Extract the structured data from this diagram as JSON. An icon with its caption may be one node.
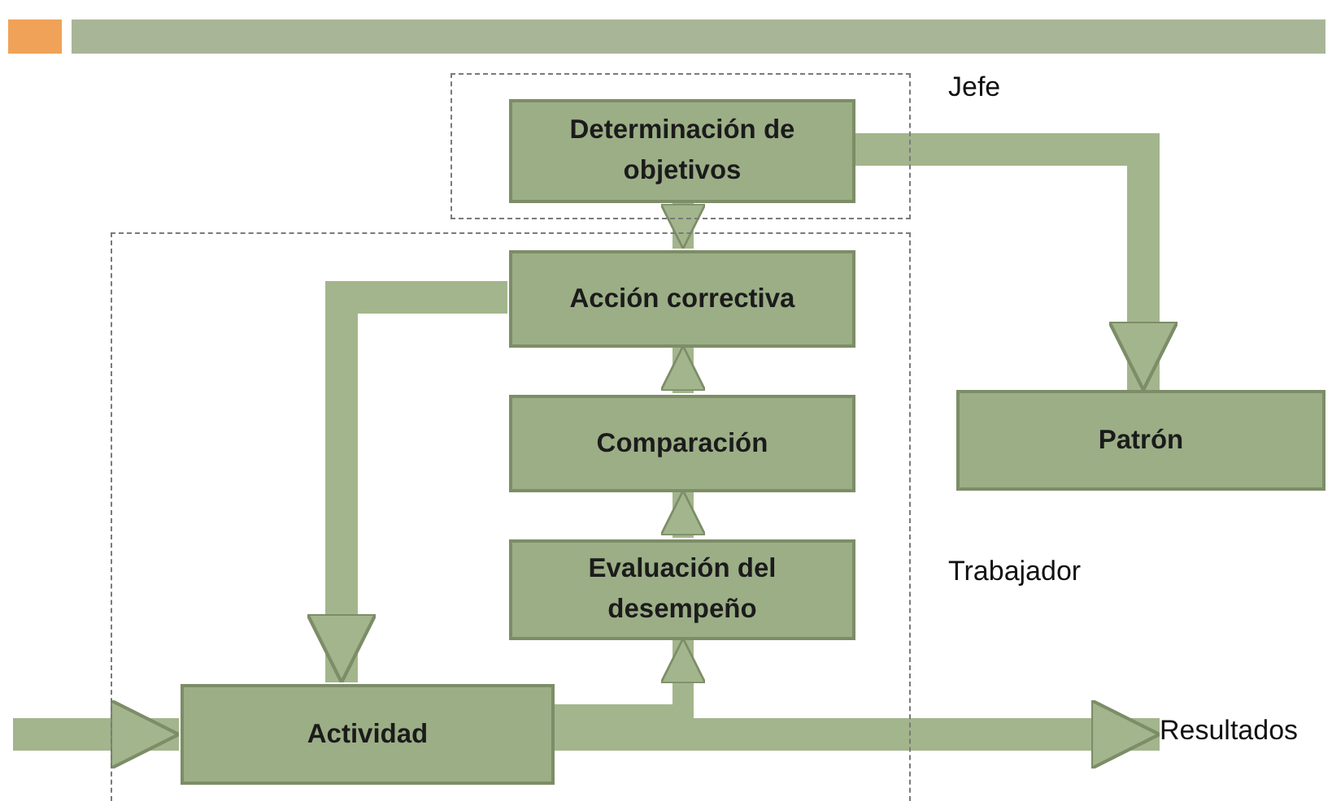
{
  "diagram": {
    "nodes": [
      {
        "text": [
          "Jefe"
        ]
      },
      {
        "text": [
          "Determinación de objetivos"
        ],
        "in": 0
      },
      {
        "text": [
          "Trabajador"
        ]
      },
      {
        "text": [
          "Acción correctiva"
        ],
        "in": 2
      },
      {
        "text": [
          "Comparación"
        ],
        "in": 2
      },
      {
        "text": [
          "Evaluación del desempeño"
        ],
        "in": 2
      },
      {
        "text": [
          "Actividad"
        ],
        "in": 2
      },
      {
        "text": [
          "Patrón"
        ]
      },
      {
        "text": [
          "Resultados"
        ]
      }
    ],
    "edges": [
      {
        "from": 1,
        "to": 3,
        "arrow": "to"
      },
      {
        "from": 1,
        "to": 7,
        "arrow": "to"
      },
      {
        "from": 3,
        "to": 6,
        "arrow": "to"
      },
      {
        "from": 4,
        "to": 3,
        "arrow": "to"
      },
      {
        "from": 5,
        "to": 4,
        "arrow": "to"
      },
      {
        "from": 6,
        "to": 5,
        "arrow": "to"
      },
      {
        "from": 6,
        "to": 8,
        "arrow": "to"
      },
      {
        "from": null,
        "to": 6,
        "arrow": "to"
      }
    ]
  }
}
